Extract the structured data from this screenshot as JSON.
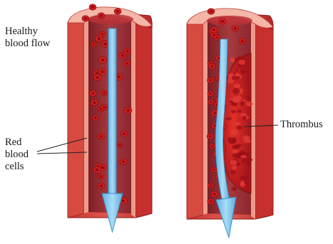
{
  "labels": {
    "healthy": "Healthy\nblood flow",
    "rbc": "Red\nblood\ncells",
    "thrombus": "Thrombus"
  },
  "colors": {
    "wall_outer": "#d8453c",
    "wall_mid": "#b8282a",
    "wall_inner": "#e9867a",
    "lumen": "#9c2c34",
    "cut_face": "#f3b7a7",
    "cell": "#d31f1f",
    "cell_center": "#8e0d11",
    "arrow": "#7ec6ee",
    "arrow_edge": "#3a8fc4",
    "thrombus": "#c21a1a"
  }
}
